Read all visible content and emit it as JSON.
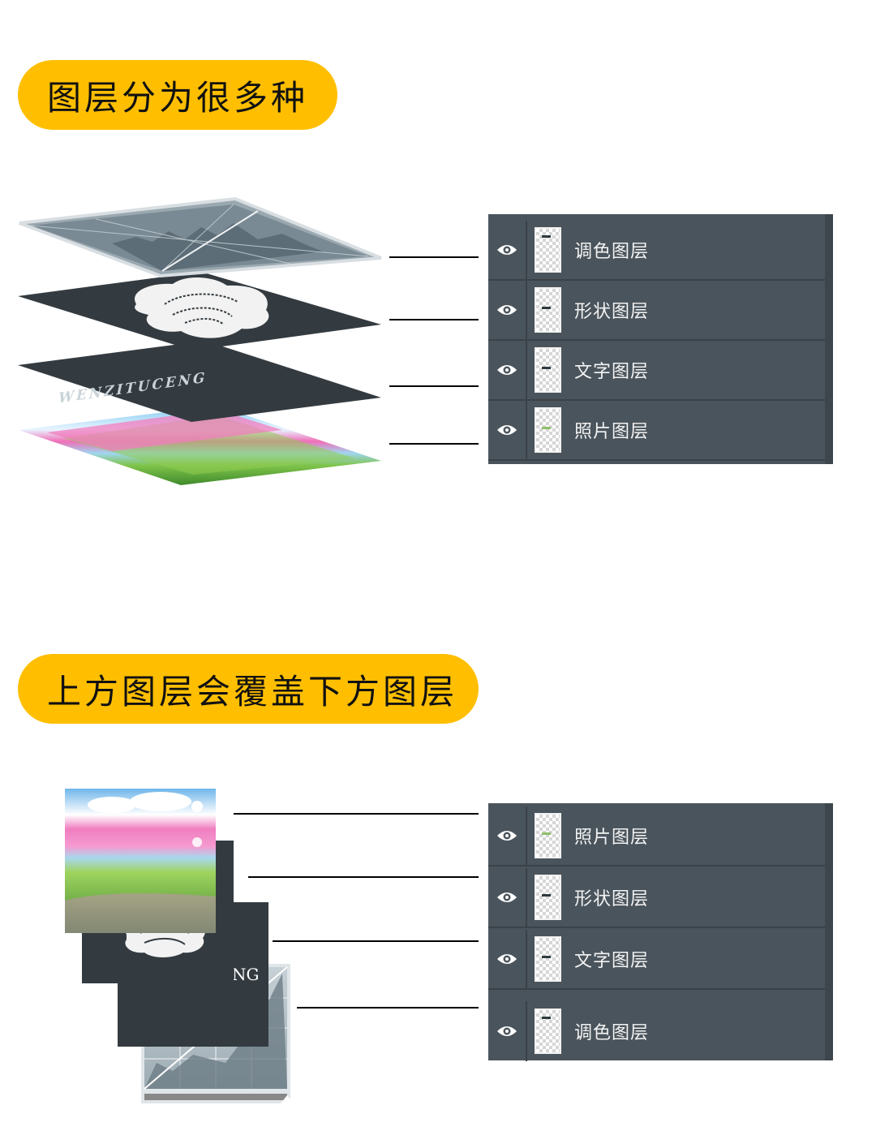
{
  "section1": {
    "title": "图层分为很多种",
    "layers": [
      {
        "label": "调色图层",
        "icon": "eye-icon"
      },
      {
        "label": "形状图层",
        "icon": "eye-icon"
      },
      {
        "label": "文字图层",
        "icon": "eye-icon"
      },
      {
        "label": "照片图层",
        "icon": "eye-icon"
      }
    ],
    "illustration_text": "WENZITUCENG"
  },
  "section2": {
    "title": "上方图层会覆盖下方图层",
    "layers": [
      {
        "label": "照片图层",
        "icon": "eye-icon"
      },
      {
        "label": "形状图层",
        "icon": "eye-icon"
      },
      {
        "label": "文字图层",
        "icon": "eye-icon"
      },
      {
        "label": "调色图层",
        "icon": "eye-icon"
      }
    ],
    "illustration_text": "NG"
  },
  "colors": {
    "accent": "#FFBF00",
    "panel": "#4a545c",
    "dark_layer": "#343b40"
  }
}
